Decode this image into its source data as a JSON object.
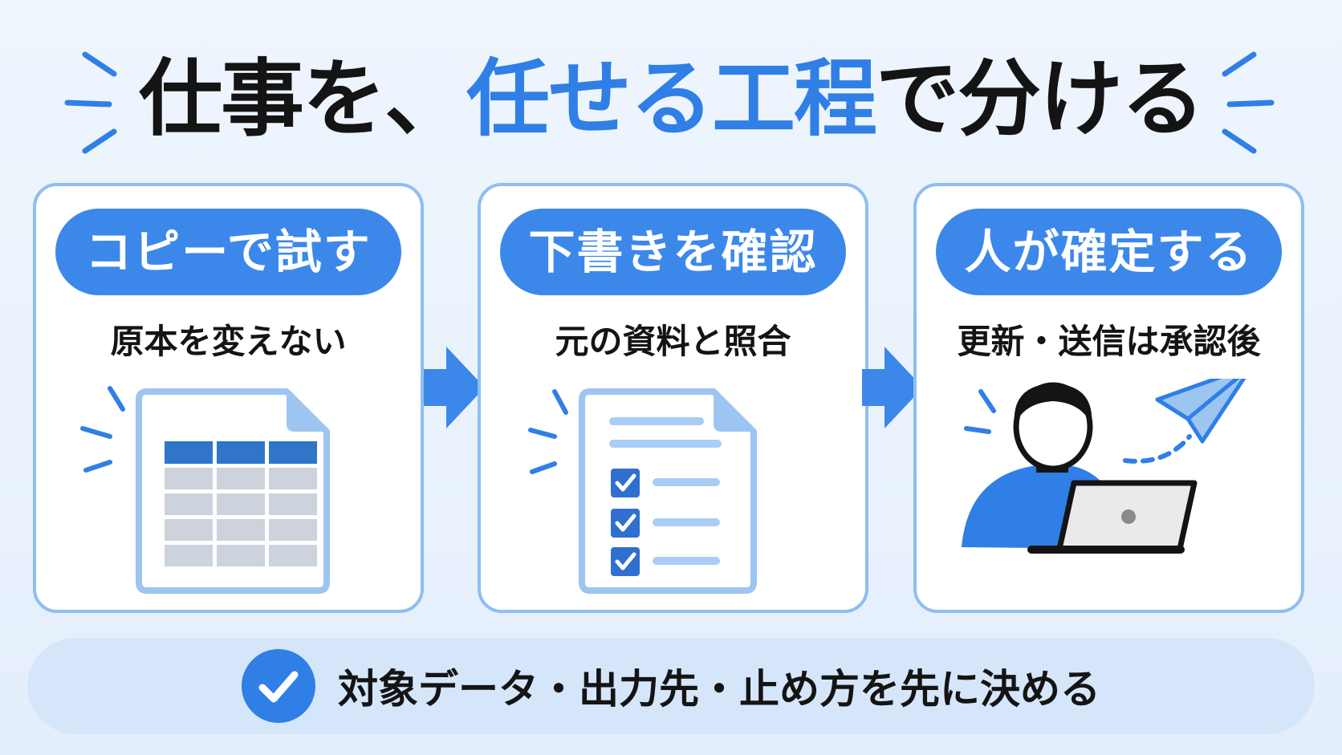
{
  "title": {
    "part1": "仕事を、",
    "highlight": "任せる工程",
    "part2": "で分ける"
  },
  "steps": [
    {
      "label": "コピーで試す",
      "description": "原本を変えない",
      "icon": "spreadsheet-icon"
    },
    {
      "label": "下書きを確認",
      "description": "元の資料と照合",
      "icon": "checklist-document-icon"
    },
    {
      "label": "人が確定する",
      "description": "更新・送信は承認後",
      "icon": "person-laptop-send-icon"
    }
  ],
  "footer": {
    "text": "対象データ・出力先・止め方を先に決める",
    "icon": "check-circle-icon"
  },
  "colors": {
    "accent": "#2f7fe6",
    "pill": "#3c88ea",
    "card_border": "#8ebef2",
    "footer_bg": "#d6e6fa"
  }
}
